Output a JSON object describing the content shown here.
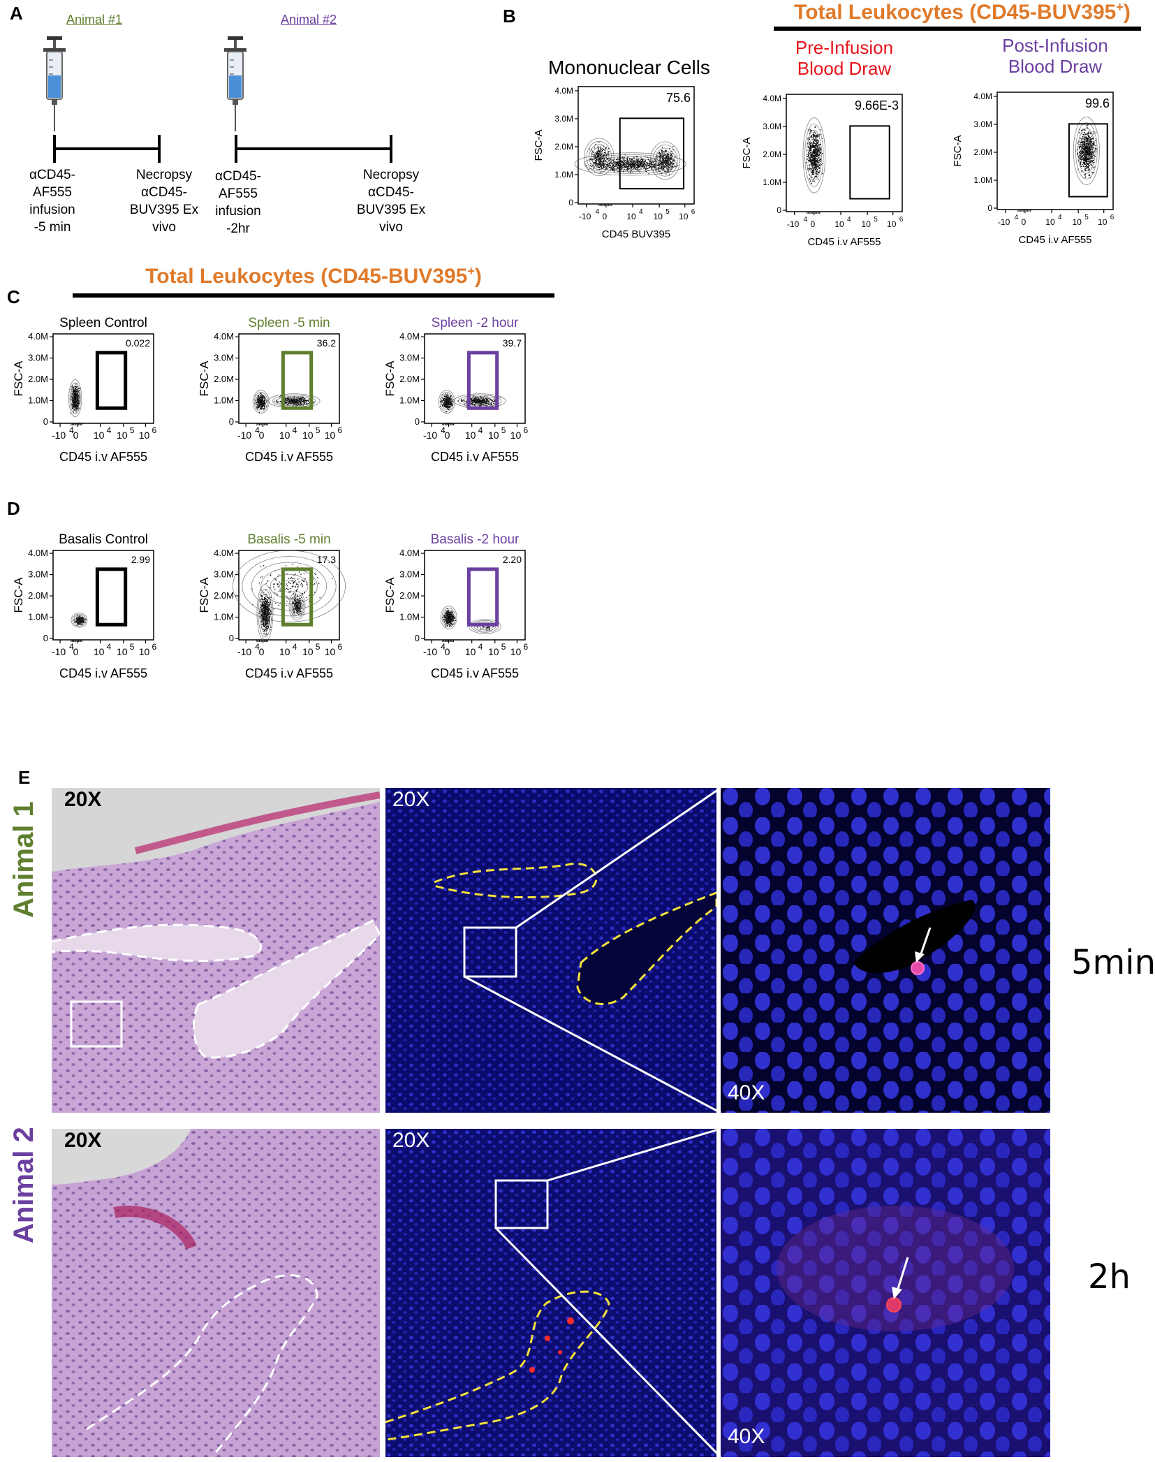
{
  "colors": {
    "orange": "#e07a2a",
    "green": "#5f7f2e",
    "purple": "#6b3fa0",
    "red": "#e8141b",
    "black": "#000000"
  },
  "panelA": {
    "letter": "A",
    "animal1": {
      "title": "Animal #1",
      "start_label": [
        "αCD45-",
        "AF555",
        "infusion",
        "-5 min"
      ],
      "end_label": [
        "Necropsy",
        "αCD45-",
        "BUV395 Ex",
        "vivo"
      ]
    },
    "animal2": {
      "title": "Animal #2",
      "start_label": [
        "αCD45-",
        "AF555",
        "infusion",
        "-2hr"
      ],
      "end_label": [
        "Necropsy",
        "αCD45-",
        "BUV395 Ex",
        "vivo"
      ]
    }
  },
  "panelB": {
    "letter": "B",
    "banner": "Total Leukocytes (CD45-BUV395",
    "banner_sup": "+",
    "banner_close": ")"
  },
  "panelC": {
    "letter": "C",
    "banner": "Total Leukocytes (CD45-BUV395",
    "banner_sup": "+",
    "banner_close": ")"
  },
  "panelD": {
    "letter": "D"
  },
  "panelE": {
    "letter": "E",
    "mag_20x": "20X",
    "mag_40x": "40X",
    "animal1_label": "Animal 1",
    "animal2_label": "Animal 2",
    "time1": "5min",
    "time2": "2h"
  },
  "axis_common": {
    "y_ticks": [
      "4.0M",
      "3.0M",
      "2.0M",
      "1.0M",
      "0"
    ],
    "x_ticks": [
      "-10",
      "0",
      "10",
      "10",
      "10"
    ],
    "x_tick_exps": [
      "4",
      "",
      "4",
      "5",
      "6"
    ],
    "ylabel": "FSC-A"
  },
  "chart_data": [
    {
      "type": "scatter",
      "panel": "B",
      "title": "Mononuclear Cells",
      "xlabel": "CD45 BUV395",
      "ylabel": "FSC-A",
      "gate_value": "75.6"
    },
    {
      "type": "scatter",
      "panel": "B",
      "title": "Pre-Infusion Blood Draw",
      "title_lines": [
        "Pre-Infusion",
        "Blood Draw"
      ],
      "xlabel": "CD45 i.v AF555",
      "ylabel": "FSC-A",
      "gate_value": "9.66E-3"
    },
    {
      "type": "scatter",
      "panel": "B",
      "title": "Post-Infusion Blood Draw",
      "title_lines": [
        "Post-Infusion",
        "Blood Draw"
      ],
      "xlabel": "CD45 i.v AF555",
      "ylabel": "FSC-A",
      "gate_value": "99.6"
    },
    {
      "type": "scatter",
      "panel": "C",
      "title": "Spleen Control",
      "xlabel": "CD45 i.v AF555",
      "ylabel": "FSC-A",
      "gate_value": "0.022"
    },
    {
      "type": "scatter",
      "panel": "C",
      "title": "Spleen -5 min",
      "xlabel": "CD45 i.v AF555",
      "ylabel": "FSC-A",
      "gate_value": "36.2"
    },
    {
      "type": "scatter",
      "panel": "C",
      "title": "Spleen -2 hour",
      "xlabel": "CD45 i.v AF555",
      "ylabel": "FSC-A",
      "gate_value": "39.7"
    },
    {
      "type": "scatter",
      "panel": "D",
      "title": "Basalis Control",
      "xlabel": "CD45 i.v AF555",
      "ylabel": "FSC-A",
      "gate_value": "2.99"
    },
    {
      "type": "scatter",
      "panel": "D",
      "title": "Basalis -5 min",
      "xlabel": "CD45 i.v AF555",
      "ylabel": "FSC-A",
      "gate_value": "17.3"
    },
    {
      "type": "scatter",
      "panel": "D",
      "title": "Basalis -2 hour",
      "xlabel": "CD45 i.v AF555",
      "ylabel": "FSC-A",
      "gate_value": "2.20"
    }
  ]
}
